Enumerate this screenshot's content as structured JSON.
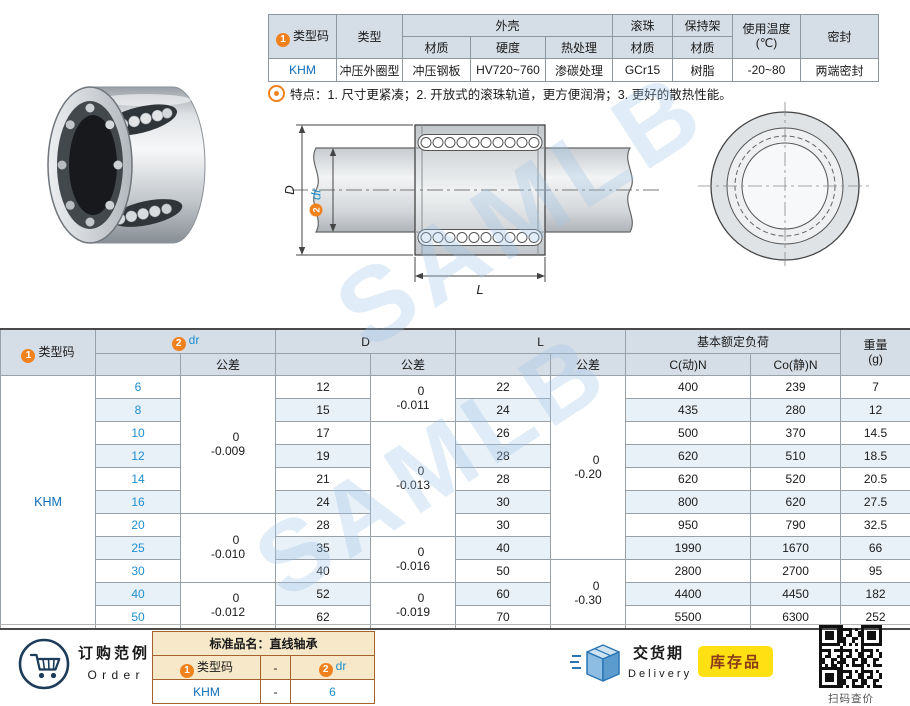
{
  "badges": {
    "one": "1",
    "two": "2"
  },
  "watermark": "SAMLB",
  "spec_table": {
    "h_type_code": "类型码",
    "h_type": "类型",
    "h_shell": "外壳",
    "h_material": "材质",
    "h_hardness": "硬度",
    "h_heat": "热处理",
    "h_ball": "滚珠",
    "h_cage": "保持架",
    "h_temp1": "使用温度",
    "h_temp2": "(℃)",
    "h_seal": "密封",
    "type_code": "KHM",
    "type": "冲压外圈型",
    "shell_material": "冲压钢板",
    "hardness": "HV720~760",
    "heat": "渗碳处理",
    "ball_material": "GCr15",
    "cage_material": "树脂",
    "temp_range": "-20~80",
    "seal": "两端密封",
    "features": "特点：1. 尺寸更紧凑；2. 开放式的滚珠轨道，更方便润滑；3. 更好的散热性能。"
  },
  "drawing": {
    "label_d": "D",
    "label_dr": "dr",
    "label_l": "L"
  },
  "main_table": {
    "h_type_code": "类型码",
    "h_dr": "dr",
    "h_d": "D",
    "h_l": "L",
    "h_load": "基本额定负荷",
    "h_weight1": "重量",
    "h_weight2": "(g)",
    "h_tol": "公差",
    "h_c_dyn": "C(动)N",
    "h_c_stat": "Co(静)N",
    "type_code": "KHM",
    "rows": [
      {
        "dr": "6",
        "d": "12",
        "l": "22",
        "c": "400",
        "co": "239",
        "w": "7"
      },
      {
        "dr": "8",
        "d": "15",
        "l": "24",
        "c": "435",
        "co": "280",
        "w": "12"
      },
      {
        "dr": "10",
        "d": "17",
        "l": "26",
        "c": "500",
        "co": "370",
        "w": "14.5"
      },
      {
        "dr": "12",
        "d": "19",
        "l": "28",
        "c": "620",
        "co": "510",
        "w": "18.5"
      },
      {
        "dr": "14",
        "d": "21",
        "l": "28",
        "c": "620",
        "co": "520",
        "w": "20.5"
      },
      {
        "dr": "16",
        "d": "24",
        "l": "30",
        "c": "800",
        "co": "620",
        "w": "27.5"
      },
      {
        "dr": "20",
        "d": "28",
        "l": "30",
        "c": "950",
        "co": "790",
        "w": "32.5"
      },
      {
        "dr": "25",
        "d": "35",
        "l": "40",
        "c": "1990",
        "co": "1670",
        "w": "66"
      },
      {
        "dr": "30",
        "d": "40",
        "l": "50",
        "c": "2800",
        "co": "2700",
        "w": "95"
      },
      {
        "dr": "40",
        "d": "52",
        "l": "60",
        "c": "4400",
        "co": "4450",
        "w": "182"
      },
      {
        "dr": "50",
        "d": "62",
        "l": "70",
        "c": "5500",
        "co": "6300",
        "w": "252"
      }
    ],
    "dr_tol": [
      {
        "start": 0,
        "span": 6,
        "upper": "0",
        "lower": "-0.009"
      },
      {
        "start": 6,
        "span": 3,
        "upper": "0",
        "lower": "-0.010"
      },
      {
        "start": 9,
        "span": 2,
        "upper": "0",
        "lower": "-0.012"
      }
    ],
    "d_tol": [
      {
        "start": 0,
        "span": 2,
        "upper": "0",
        "lower": "-0.011"
      },
      {
        "start": 2,
        "span": 5,
        "upper": "0",
        "lower": "-0.013"
      },
      {
        "start": 7,
        "span": 2,
        "upper": "0",
        "lower": "-0.016"
      },
      {
        "start": 9,
        "span": 2,
        "upper": "0",
        "lower": "-0.019"
      }
    ],
    "l_tol": [
      {
        "start": 0,
        "span": 8,
        "upper": "0",
        "lower": "-0.20"
      },
      {
        "start": 8,
        "span": 3,
        "upper": "0",
        "lower": "-0.30"
      }
    ]
  },
  "footer": {
    "order_title": "订购范例",
    "order_en": "O r d e r",
    "product_name": "标准品名：直线轴承",
    "col_type_code": "类型码",
    "col_sep": "-",
    "col_dr": "dr",
    "val_type_code": "KHM",
    "val_sep": "-",
    "val_dr": "6",
    "delivery_title": "交货期",
    "delivery_en": "D e l i v e r y",
    "stock_badge": "库存品",
    "qr_caption": "扫码查价"
  }
}
